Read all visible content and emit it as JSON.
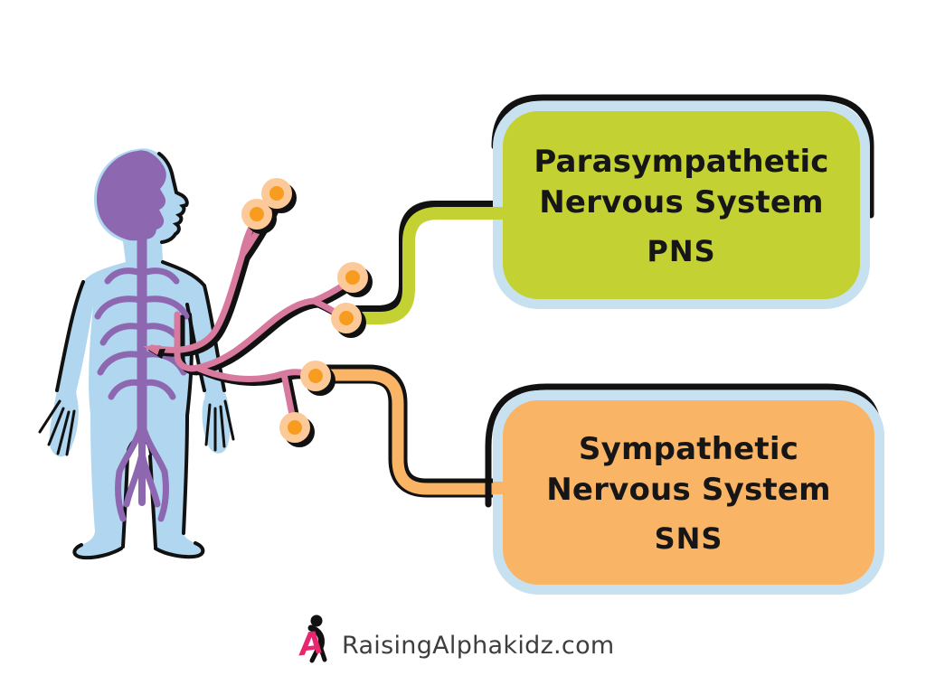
{
  "boxes": [
    {
      "line1": "Parasympathetic",
      "line2": "Nervous System",
      "abbr": "PNS",
      "fill": "#c3d232"
    },
    {
      "line1": "Sympathetic",
      "line2": "Nervous System",
      "abbr": "SNS",
      "fill": "#f9b465"
    }
  ],
  "watermark": {
    "site": "RaisingAlphakidz.com"
  },
  "illustration": {
    "subject": "human-body-with-central-and-peripheral-nervous-system",
    "nerve_ending_count": 6
  },
  "colors": {
    "pns_fill": "#c3d232",
    "sns_fill": "#f9b465",
    "box_border_blue": "#c8e1f1",
    "outline_black": "#111111",
    "body_blue": "#b0d6f0",
    "cns_purple": "#8d67af",
    "nerve_pink": "#d87a9e",
    "ganglion_outer": "#fcc998",
    "ganglion_inner": "#f89c1f",
    "logo_pink": "#e8256e",
    "watermark_text": "#3e3e3e"
  }
}
